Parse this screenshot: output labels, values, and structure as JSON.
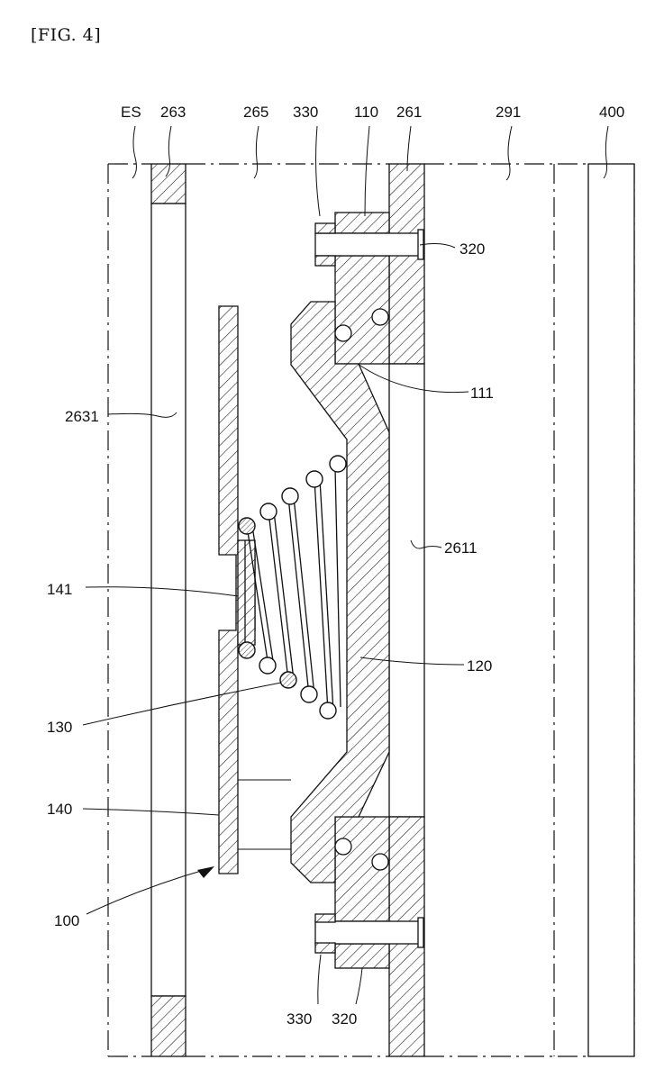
{
  "figure": {
    "title": "[FIG. 4]"
  },
  "labels": {
    "es": "ES",
    "l263": "263",
    "l265": "265",
    "l330_top": "330",
    "l110": "110",
    "l261": "261",
    "l291": "291",
    "l400": "400",
    "l320_top": "320",
    "l111": "111",
    "l2631": "2631",
    "l2611": "2611",
    "l141": "141",
    "l120": "120",
    "l130": "130",
    "l140": "140",
    "l100": "100",
    "l330_bottom": "330",
    "l320_bottom": "320"
  }
}
